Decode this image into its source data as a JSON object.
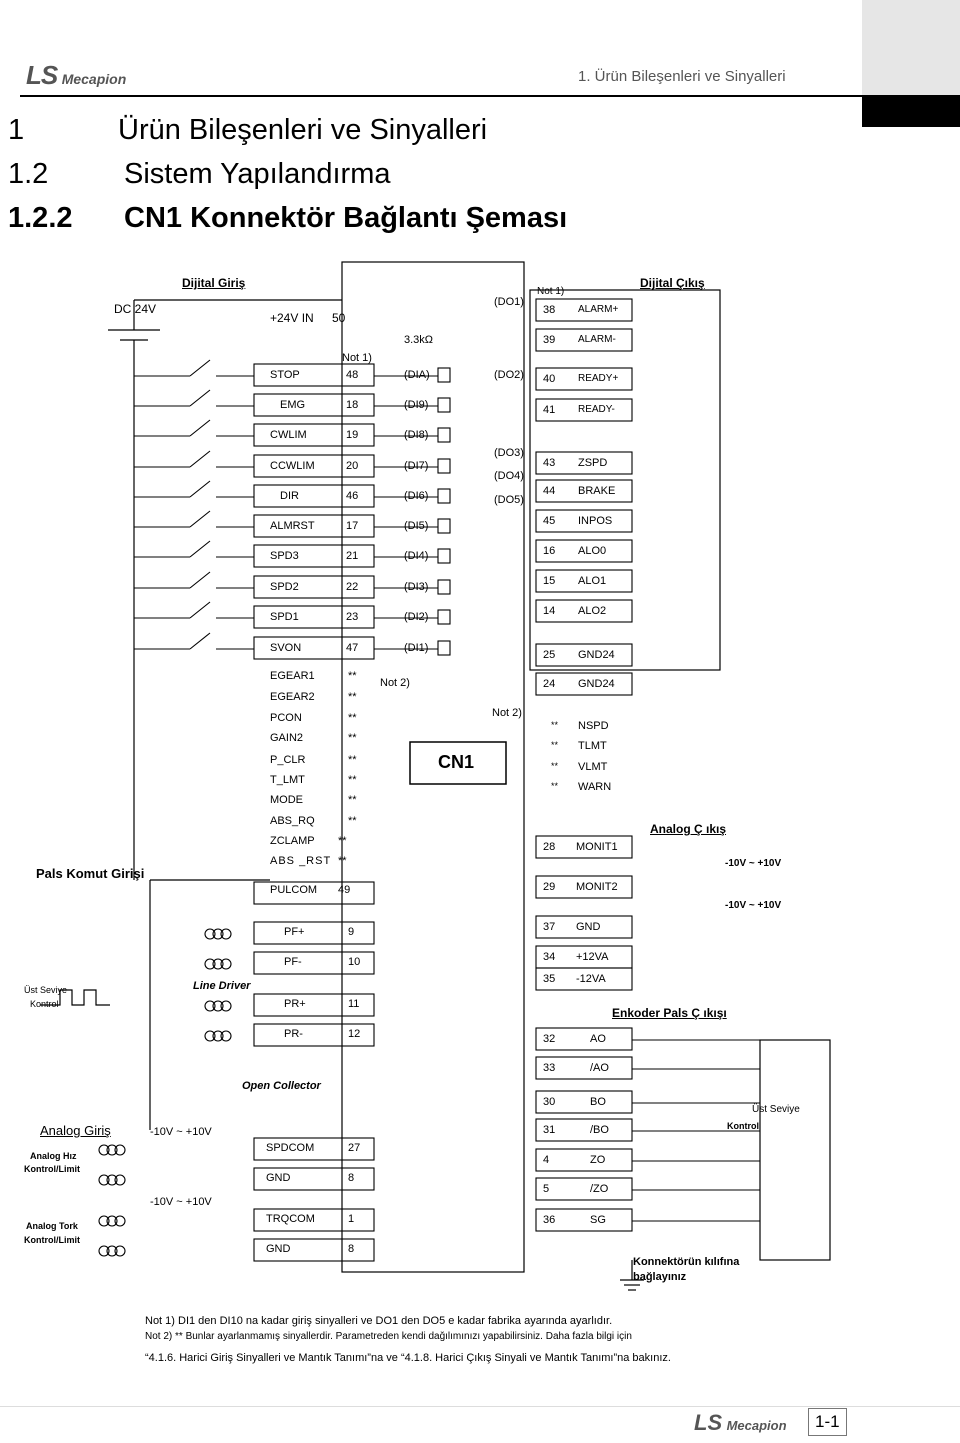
{
  "header": {
    "logo_ls": "LS",
    "logo_brand": "Mecapion",
    "section_title": "1. Ürün Bileşenleri ve Sinyalleri"
  },
  "headings": {
    "h1_num": "1",
    "h1_text": "Ürün Bileşenleri ve Sinyalleri",
    "h2_num": "1.2",
    "h2_text": "Sistem Yapılandırma",
    "h3_num": "1.2.2",
    "h3_text": "CN1 Konnektör Bağlantı Şeması"
  },
  "diagram": {
    "dijital_giris": "Dijital Giriş",
    "dijital_cikis": "Dijital Çıkış",
    "dc24v": "DC  24V",
    "plus24": "+24V  IN",
    "plus24_pin": "50",
    "resistor": "3.3kΩ",
    "not1_in": "Not  1)",
    "not1_out": "Not  1)",
    "not2_in": "Not  2)",
    "not2_out": "Not  2)",
    "cn1": "CN1",
    "pals_komut": "Pals Komut Girişi",
    "ust_seviye": "Üst Seviye",
    "kontrol": "Kontrol",
    "line_driver": "Line Driver",
    "open_collector": "Open Collector",
    "analog_giris": "Analog Giriş",
    "analog_hiz": "Analog Hız",
    "kontrol_limit": "Kontrol/Limit",
    "analog_tork": "Analog  Tork",
    "kontrol_limit2": "Kontrol/Limit",
    "range1": "-10V ~ +10V",
    "range2": "-10V ~ +10V",
    "analog_cikis": "Analog Ç ıkış",
    "out_range1": "-10V ~ +10V",
    "out_range2": "-10V ~ +10V",
    "enkoder": "Enkoder Pals Ç ıkışı",
    "ust_seviye2": "Üst Seviye",
    "kontrol2": "Kontrol",
    "konnektor": "Konnektörün kılıfına",
    "baglayiniz": "bağlayınız",
    "inputs": [
      {
        "name": "STOP",
        "pin": "48",
        "di": "(DIA)"
      },
      {
        "name": "EMG",
        "pin": "18",
        "di": "(DI9)"
      },
      {
        "name": "CWLIM",
        "pin": "19",
        "di": "(DI8)"
      },
      {
        "name": "CCWLIM",
        "pin": "20",
        "di": "(DI7)"
      },
      {
        "name": "DIR",
        "pin": "46",
        "di": "(DI6)"
      },
      {
        "name": "ALMRST",
        "pin": "17",
        "di": "(DI5)"
      },
      {
        "name": "SPD3",
        "pin": "21",
        "di": "(DI4)"
      },
      {
        "name": "SPD2",
        "pin": "22",
        "di": "(DI3)"
      },
      {
        "name": "SPD1",
        "pin": "23",
        "di": "(DI2)"
      },
      {
        "name": "SVON",
        "pin": "47",
        "di": "(DI1)"
      }
    ],
    "unassigned": [
      {
        "name": "EGEAR1",
        "pin": "**"
      },
      {
        "name": "EGEAR2",
        "pin": "**"
      },
      {
        "name": "PCON",
        "pin": "**"
      },
      {
        "name": "GAIN2",
        "pin": "**"
      },
      {
        "name": "P_CLR",
        "pin": "**"
      },
      {
        "name": "T_LMT",
        "pin": "**"
      },
      {
        "name": "MODE",
        "pin": "**"
      },
      {
        "name": "ABS_RQ",
        "pin": "**"
      },
      {
        "name": "ZCLAMP",
        "pin": "**"
      },
      {
        "name": "ABS _RST",
        "pin": "**"
      },
      {
        "name": "PULCOM",
        "pin": "49"
      }
    ],
    "pulse_pins": [
      {
        "name": "PF+",
        "pin": "9"
      },
      {
        "name": "PF-",
        "pin": "10"
      },
      {
        "name": "PR+",
        "pin": "11"
      },
      {
        "name": "PR-",
        "pin": "12"
      }
    ],
    "analog_pins": [
      {
        "name": "SPDCOM",
        "pin": "27"
      },
      {
        "name": "GND",
        "pin": "8"
      },
      {
        "name": "TRQCOM",
        "pin": "1"
      },
      {
        "name": "GND",
        "pin": "8"
      }
    ],
    "do_labels": [
      "(DO1)",
      "(DO2)",
      "(DO3)",
      "(DO4)",
      "(DO5)"
    ],
    "outputs": [
      {
        "pin": "38",
        "name": "ALARM+"
      },
      {
        "pin": "39",
        "name": "ALARM-"
      },
      {
        "pin": "40",
        "name": "READY+"
      },
      {
        "pin": "41",
        "name": "READY-"
      },
      {
        "pin": "43",
        "name": "ZSPD"
      },
      {
        "pin": "44",
        "name": "BRAKE"
      },
      {
        "pin": "45",
        "name": "INPOS"
      },
      {
        "pin": "16",
        "name": "ALO0"
      },
      {
        "pin": "15",
        "name": "ALO1"
      },
      {
        "pin": "14",
        "name": "ALO2"
      },
      {
        "pin": "25",
        "name": "GND24"
      },
      {
        "pin": "24",
        "name": "GND24"
      }
    ],
    "outputs_unassigned": [
      {
        "pin": "**",
        "name": "NSPD"
      },
      {
        "pin": "**",
        "name": "TLMT"
      },
      {
        "pin": "**",
        "name": "VLMT"
      },
      {
        "pin": "**",
        "name": "WARN"
      }
    ],
    "outputs_analog": [
      {
        "pin": "28",
        "name": "MONIT1"
      },
      {
        "pin": "29",
        "name": "MONIT2"
      },
      {
        "pin": "37",
        "name": "GND"
      },
      {
        "pin": "34",
        "name": "+12VA"
      },
      {
        "pin": "35",
        "name": "-12VA"
      }
    ],
    "outputs_encoder": [
      {
        "pin": "32",
        "name": "AO"
      },
      {
        "pin": "33",
        "name": "/AO"
      },
      {
        "pin": "30",
        "name": "BO"
      },
      {
        "pin": "31",
        "name": "/BO"
      },
      {
        "pin": "4",
        "name": "ZO"
      },
      {
        "pin": "5",
        "name": "/ZO"
      },
      {
        "pin": "36",
        "name": "SG"
      }
    ]
  },
  "notes": {
    "n1": "Not 1) DI1 den DI10 na kadar giriş sinyalleri ve DO1 den DO5 e kadar fabrika ayarında ayarlıdır.",
    "n2": "Not 2) ** Bunlar ayarlanmamış sinyallerdir. Parametreden kendi dağılımınızı yapabilirsiniz. Daha fazla bilgi için",
    "n3": "“4.1.6. Harici Giriş Sinyalleri ve Mantık Tanımı”na ve “4.1.8. Harici Çıkış Sinyali ve Mantık Tanımı”na bakınız."
  },
  "footer": {
    "logo_ls": "LS",
    "logo_brand": "Mecapion",
    "page": "1-1"
  }
}
